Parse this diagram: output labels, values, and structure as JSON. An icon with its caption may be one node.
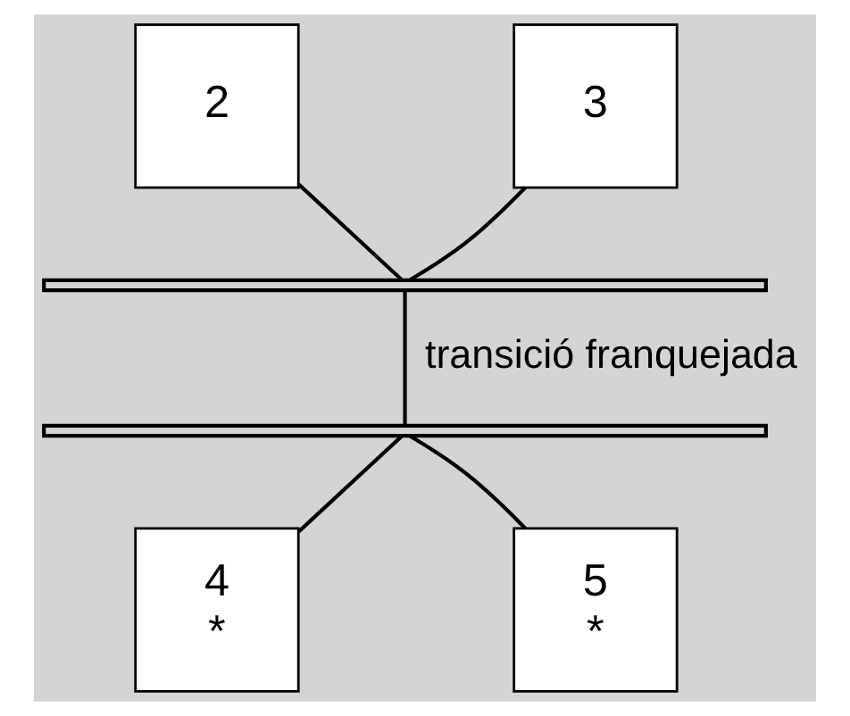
{
  "diagram": {
    "nodes": [
      {
        "text": [
          "2"
        ]
      },
      {
        "text": [
          "3"
        ]
      },
      {
        "text": [],
        "shape": "bar"
      },
      {
        "text": [],
        "shape": "bar"
      },
      {
        "text": [
          "4",
          "*"
        ]
      },
      {
        "text": [
          "5",
          "*"
        ]
      }
    ],
    "edges": [
      {
        "from": 0,
        "to": 2,
        "arrow": "none"
      },
      {
        "from": 1,
        "to": 2,
        "arrow": "none"
      },
      {
        "from": 2,
        "to": 3,
        "arrow": "none",
        "label": "transició franquejada"
      },
      {
        "from": 3,
        "to": 4,
        "arrow": "none"
      },
      {
        "from": 3,
        "to": 5,
        "arrow": "none"
      }
    ]
  }
}
